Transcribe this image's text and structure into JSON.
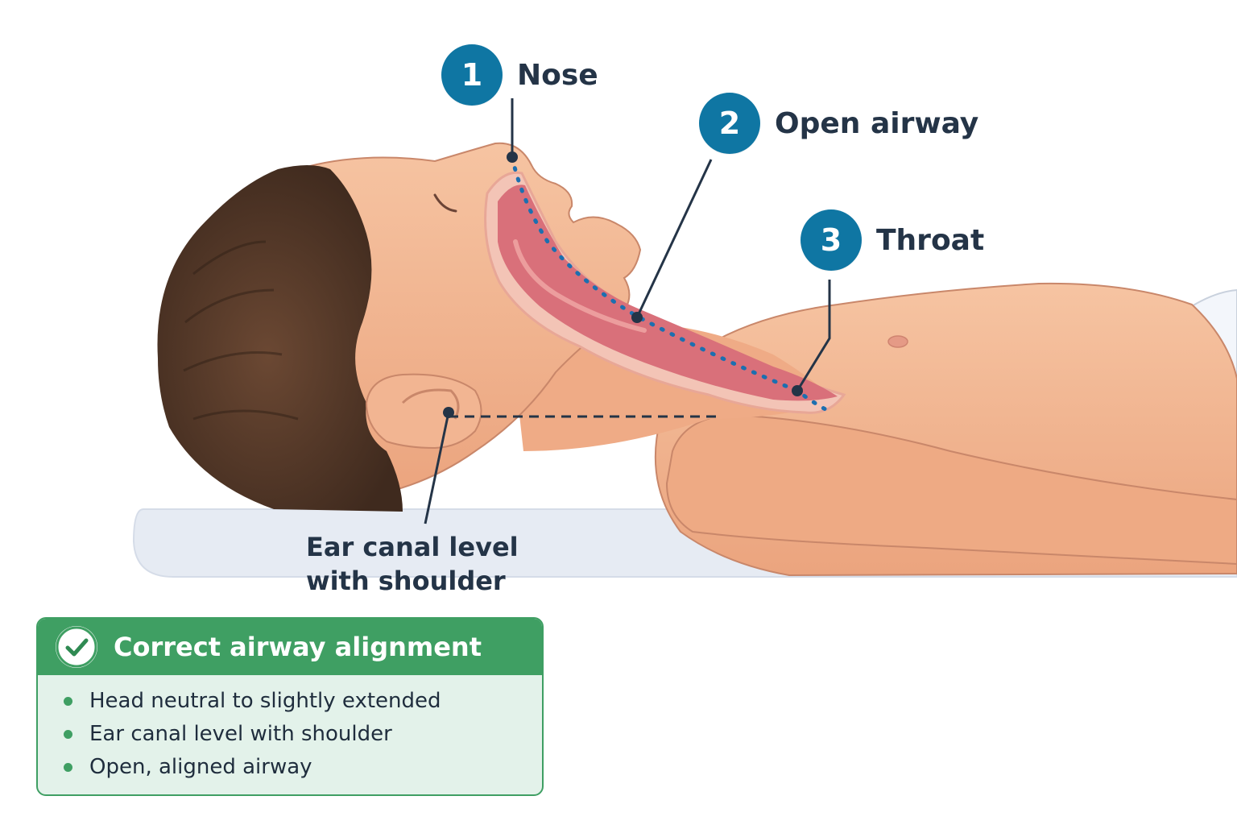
{
  "callouts": [
    {
      "number": "1",
      "label": "Nose"
    },
    {
      "number": "2",
      "label": "Open airway"
    },
    {
      "number": "3",
      "label": "Throat"
    }
  ],
  "ear_label": {
    "line1": "Ear canal level",
    "line2": "with shoulder"
  },
  "info_box": {
    "title": "Correct airway alignment",
    "items": [
      "Head neutral to slightly extended",
      "Ear canal level with shoulder",
      "Open, aligned airway"
    ]
  },
  "colors": {
    "badge": "#0f76a3",
    "success": "#3f9f63",
    "success_bg": "#e3f2ea",
    "skin": "#f0b08c",
    "hair": "#5a3d2b",
    "airway": "#d9707a",
    "mattress": "#e6ebf3"
  },
  "icons": [
    "check-circle-icon"
  ]
}
